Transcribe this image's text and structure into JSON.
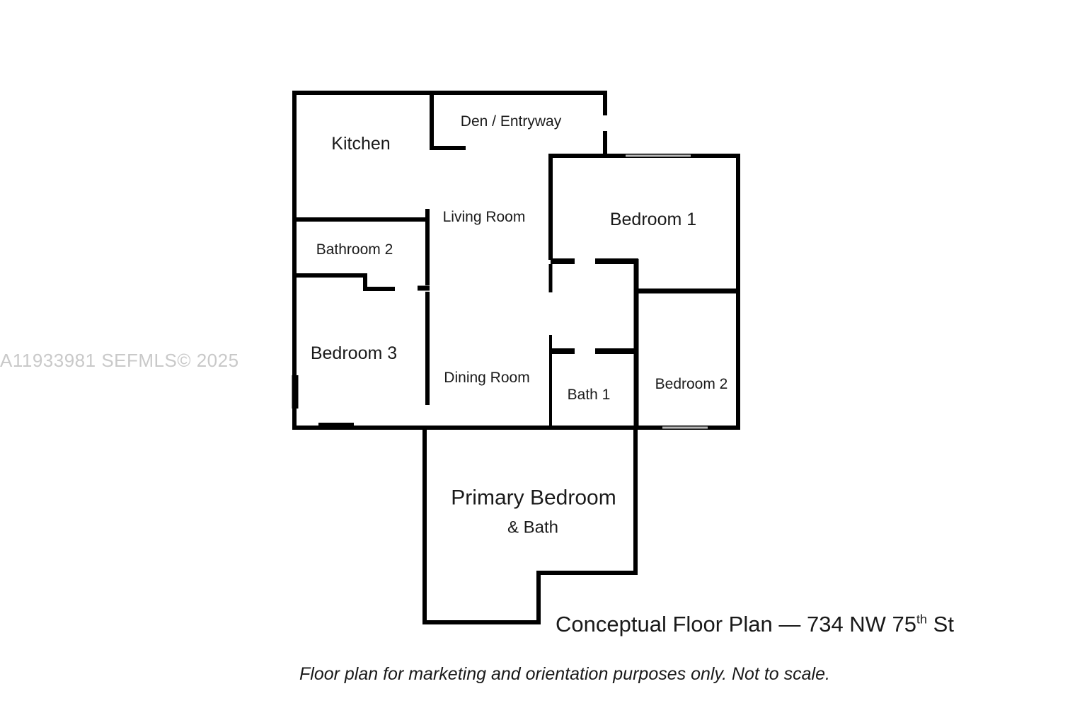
{
  "watermark": {
    "text": "A11933981  SEFMLS© 2025",
    "color": "#c9c9c9"
  },
  "plan": {
    "wall_color": "#000000",
    "window_color": "#b9b9b9",
    "background": "#ffffff",
    "title_prefix": "Conceptual Floor Plan — 734 NW 75",
    "title_superscript": "th",
    "title_suffix": " St",
    "disclaimer": "Floor plan for marketing and orientation purposes only. Not to scale."
  },
  "rooms": [
    {
      "id": "kitchen",
      "label": "Kitchen"
    },
    {
      "id": "den-entryway",
      "label": "Den / Entryway"
    },
    {
      "id": "living-room",
      "label": "Living Room"
    },
    {
      "id": "bathroom-2",
      "label": "Bathroom 2"
    },
    {
      "id": "bedroom-3",
      "label": "Bedroom 3"
    },
    {
      "id": "dining-room",
      "label": "Dining Room"
    },
    {
      "id": "bedroom-1",
      "label": "Bedroom 1"
    },
    {
      "id": "bedroom-2",
      "label": "Bedroom 2"
    },
    {
      "id": "bath-1",
      "label": "Bath 1"
    },
    {
      "id": "primary-bedroom",
      "label": "Primary Bedroom"
    },
    {
      "id": "primary-bedroom-sub",
      "label": "& Bath"
    }
  ]
}
